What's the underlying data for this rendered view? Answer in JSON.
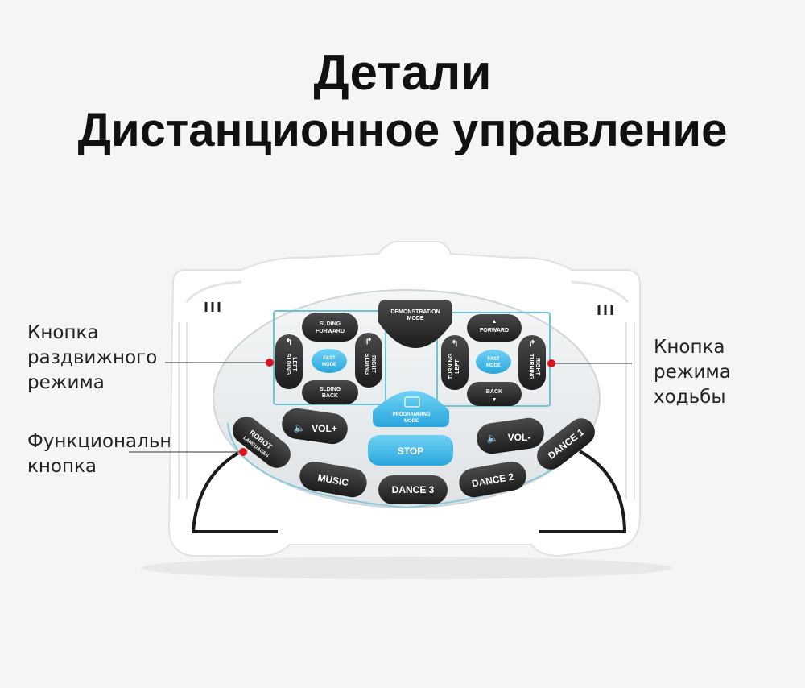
{
  "titles": {
    "line1": "Детали",
    "line2": "Дистанционное управление"
  },
  "callouts": {
    "sliding": [
      "Кнопка",
      "раздвижного",
      "режима"
    ],
    "walking": [
      "Кнопка",
      "режима",
      "ходьбы"
    ],
    "function": [
      "Функциональная",
      "кнопка"
    ]
  },
  "buttons": {
    "demo": [
      "DEMONSTRATION",
      "MODE"
    ],
    "sliding_forward": [
      "SLDING",
      "FORWARD"
    ],
    "sliding_left": [
      "SLDING",
      "LEFT"
    ],
    "sliding_right": [
      "SLDING",
      "RIGHT"
    ],
    "sliding_back": [
      "SLDING",
      "BACK"
    ],
    "fast_mode_left": [
      "FAST",
      "MODE"
    ],
    "forward": "FORWARD",
    "turning_left": [
      "TURNING",
      "LEFT"
    ],
    "turning_right": [
      "TURNING",
      "RIGHT"
    ],
    "back": "BACK",
    "fast_mode_right": [
      "FAST",
      "MODE"
    ],
    "programming": [
      "PROGRAMMING",
      "MODE"
    ],
    "robot_languages": [
      "ROBOT",
      "LANGUAGES"
    ],
    "vol_plus": "VOL+",
    "vol_minus": "VOL-",
    "stop": "STOP",
    "music": "MUSIC",
    "dance3": "DANCE 3",
    "dance2": "DANCE 2",
    "dance1": "DANCE 1"
  },
  "colors": {
    "accent": "#3cb8e8",
    "button_dark": "#2b2b2b",
    "marker": "#e0141e",
    "callout_box": "#6fc3d6"
  }
}
